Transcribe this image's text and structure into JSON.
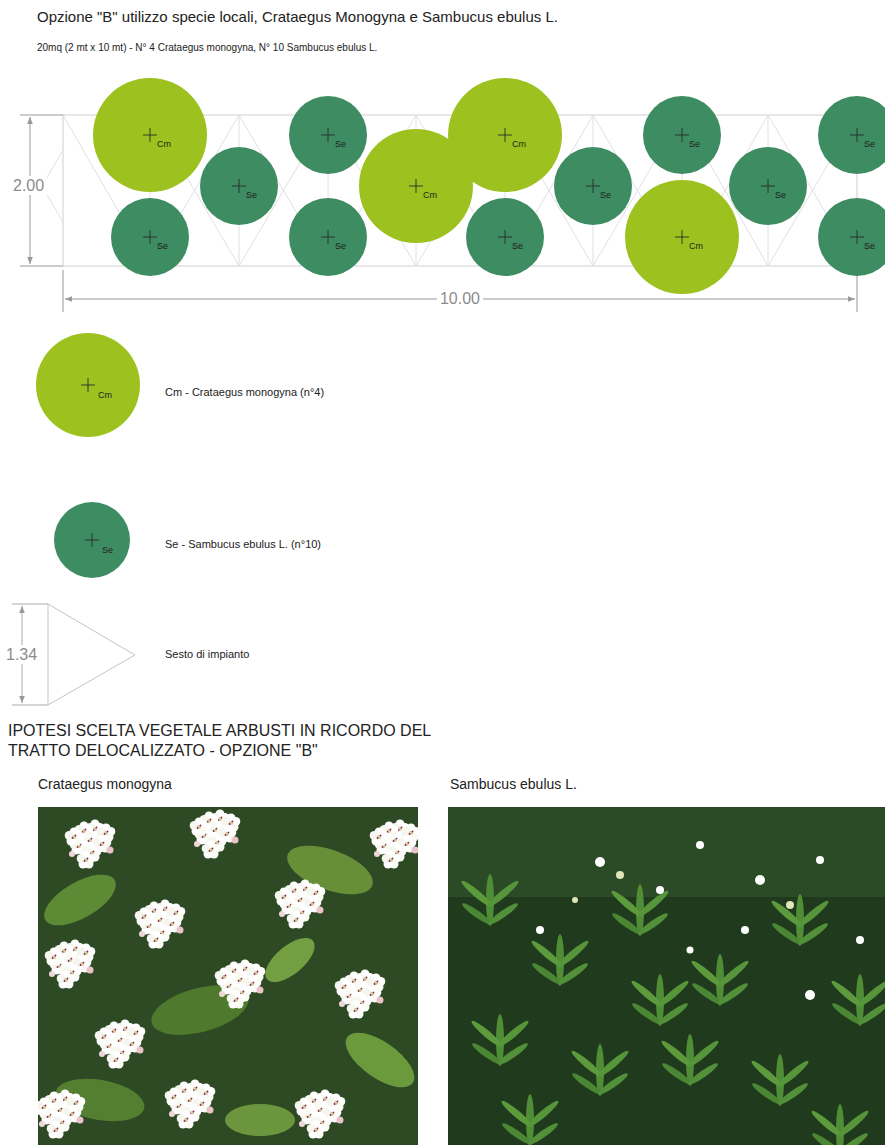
{
  "diagram": {
    "title": "Opzione \"B\" utilizzo specie locali, Crataegus Monogyna e Sambucus ebulus L.",
    "nodes": [
      {
        "text": [
          "Cm"
        ]
      },
      {
        "text": [
          "Se"
        ]
      },
      {
        "text": [
          "Se"
        ]
      },
      {
        "text": [
          "Se"
        ]
      },
      {
        "text": [
          "Se"
        ]
      },
      {
        "text": [
          "Cm"
        ]
      },
      {
        "text": [
          "Cm"
        ]
      },
      {
        "text": [
          "Se"
        ]
      },
      {
        "text": [
          "Se"
        ]
      },
      {
        "text": [
          "Se"
        ]
      },
      {
        "text": [
          "Cm"
        ]
      },
      {
        "text": [
          "Se"
        ]
      },
      {
        "text": [
          "Se"
        ]
      },
      {
        "text": [
          "Se"
        ]
      }
    ],
    "labels": [
      "20mq (2 mt x 10 mt) - N° 4 Crataegus monogyna, N° 10 Sambucus ebulus L.",
      "2.00",
      "10.00",
      "Cm",
      "Se",
      "1.34",
      "IPOTESI SCELTA VEGETALE ARBUSTI IN RICORDO DEL TRATTO DELOCALIZZATO - OPZIONE \"B\"",
      "Crataegus monogyna",
      "Sambucus ebulus L."
    ],
    "legend": [
      {
        "text": "Cm - Crataegus monogyna (n°4)",
        "color": "#9dc21f"
      },
      {
        "text": "Se - Sambucus ebulus L. (n°10)",
        "color": "#3e8c62"
      },
      {
        "text": "Sesto di impianto"
      }
    ]
  }
}
